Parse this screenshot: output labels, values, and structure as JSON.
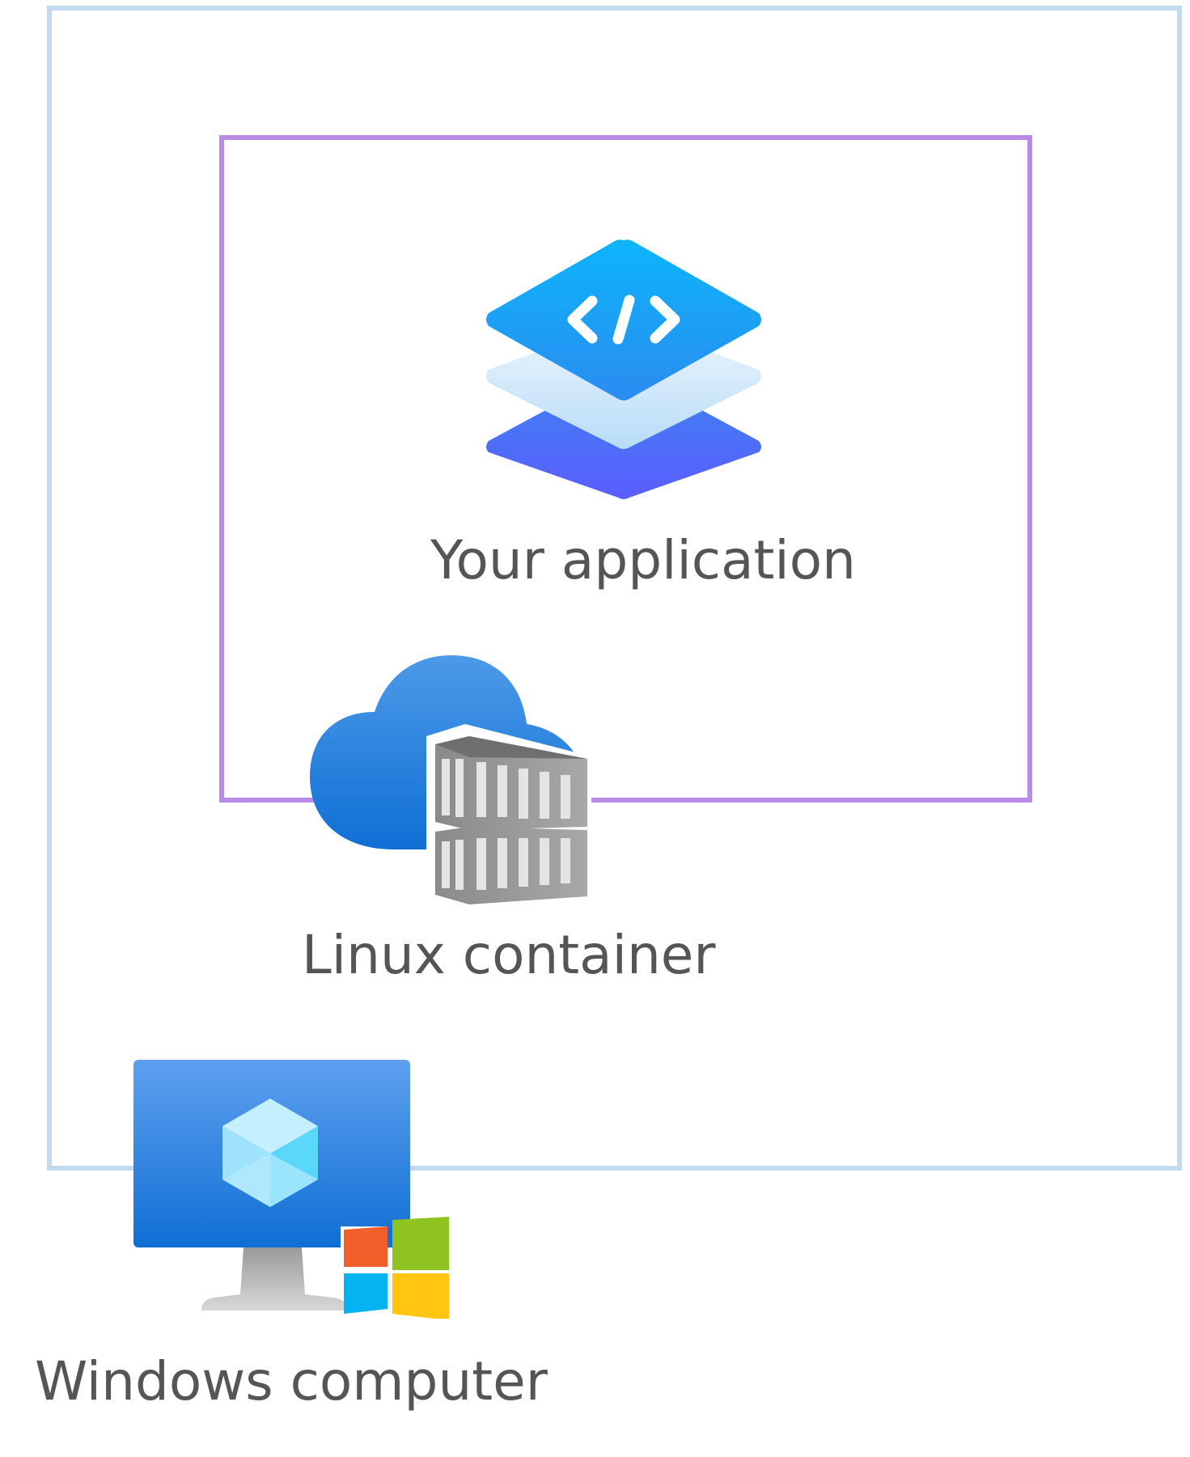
{
  "nodes": {
    "application": {
      "label": "Your application",
      "icon": "app-layers-code-icon"
    },
    "container": {
      "label": "Linux container",
      "icon": "cloud-container-icon"
    },
    "computer": {
      "label": "Windows computer",
      "icon": "windows-monitor-icon"
    }
  },
  "colors": {
    "outer_box": "#c3d9ee",
    "inner_box": "#b98be6",
    "label_text": "#555555"
  }
}
